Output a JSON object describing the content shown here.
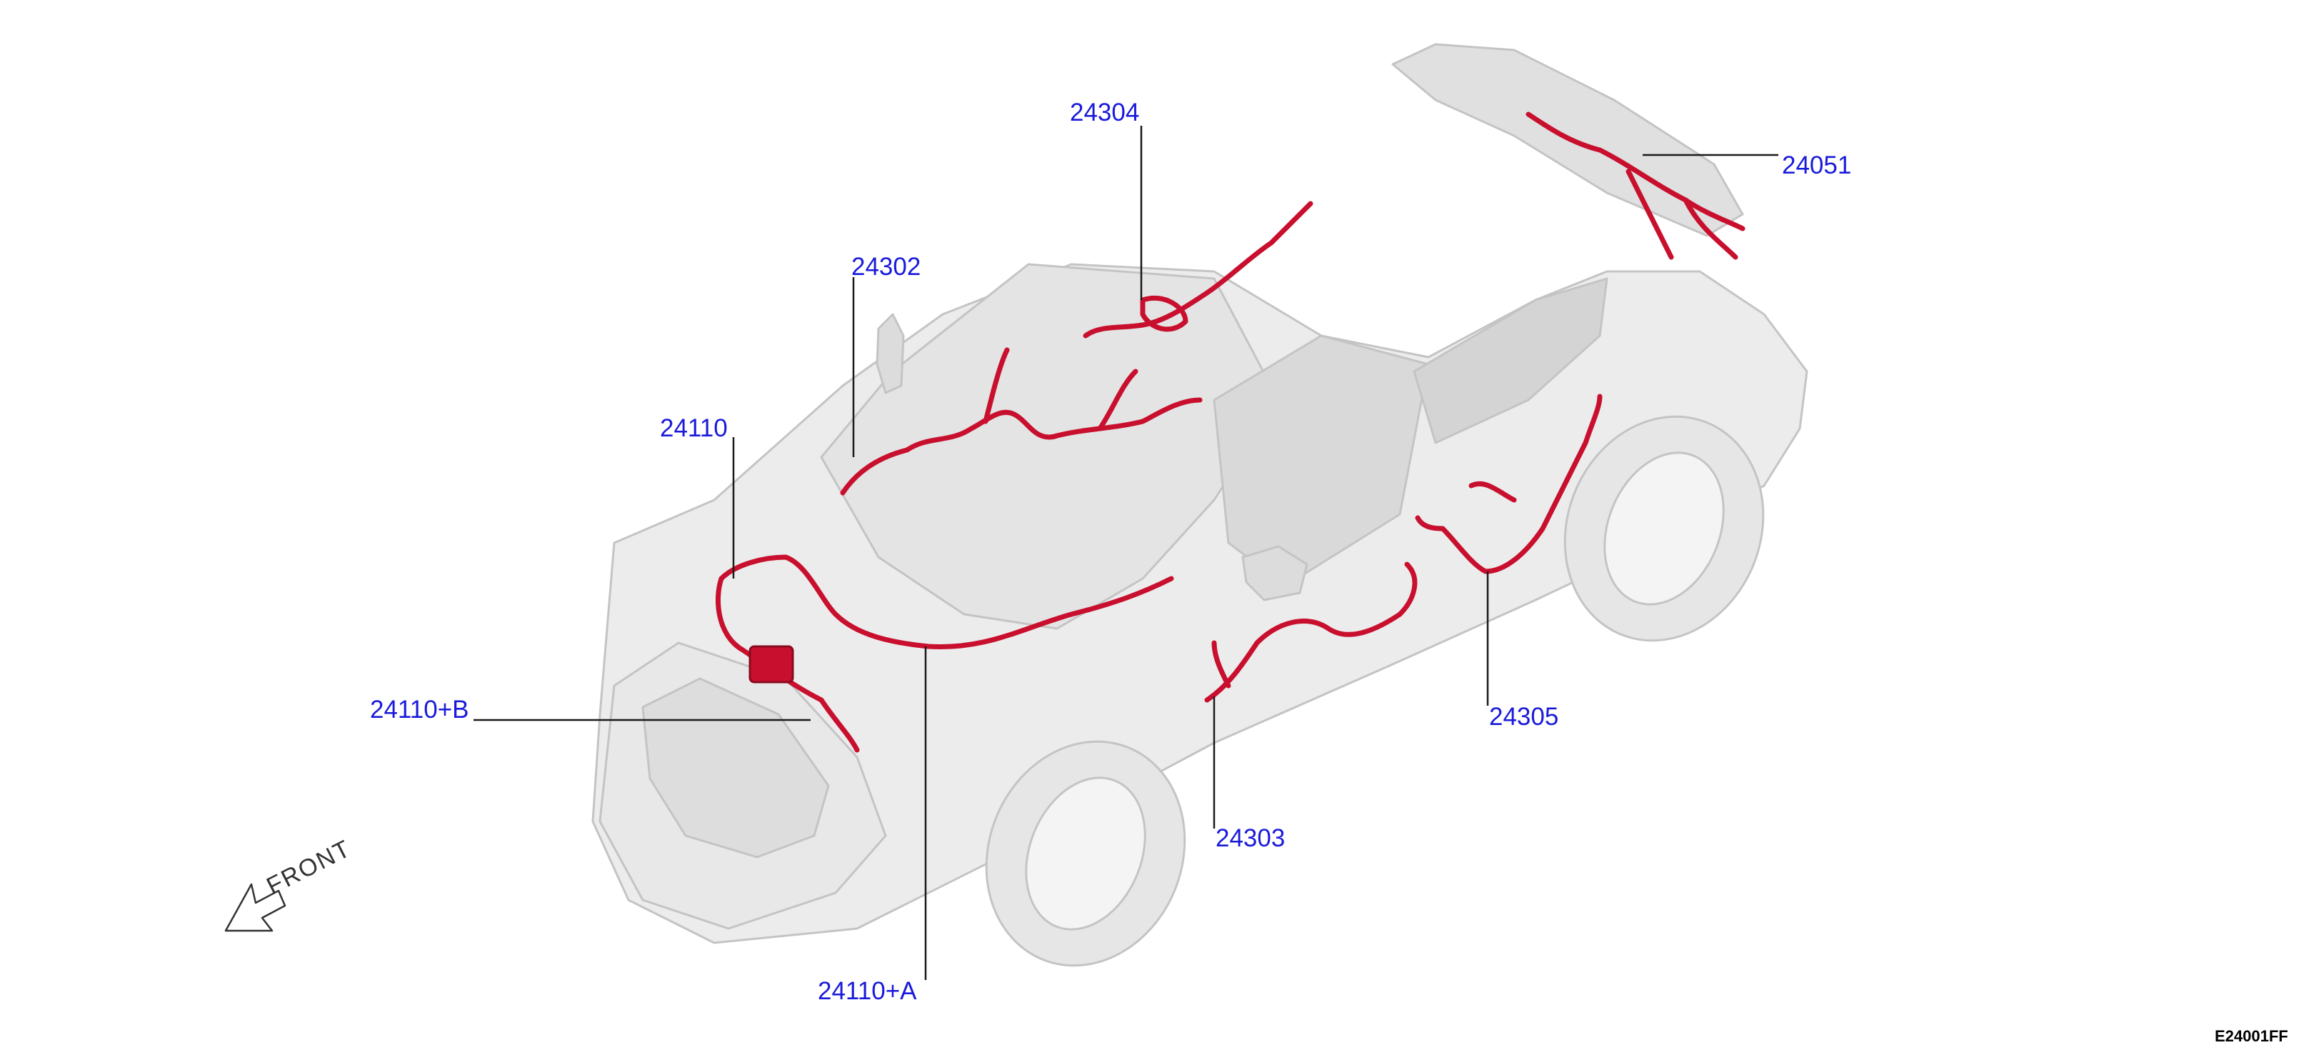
{
  "colors": {
    "callout_text": "#1a1adb",
    "leader_line": "#1a1a1a",
    "harness": "#c8102e",
    "harness_dark": "#8a0a1e",
    "body_fill": "#ececec",
    "body_stroke": "#c4c4c4",
    "glass_fill": "#d9d9d9",
    "tire_fill": "#e6e6e6",
    "arrow_stroke": "#333333"
  },
  "callouts": [
    {
      "id": "24304",
      "label": "24304"
    },
    {
      "id": "24051",
      "label": "24051"
    },
    {
      "id": "24302",
      "label": "24302"
    },
    {
      "id": "24110",
      "label": "24110"
    },
    {
      "id": "24110B",
      "label": "24110+B"
    },
    {
      "id": "24305",
      "label": "24305"
    },
    {
      "id": "24303",
      "label": "24303"
    },
    {
      "id": "24110A",
      "label": "24110+A"
    }
  ],
  "front_indicator": {
    "label": "FRONT",
    "icon": "front-arrow-icon"
  },
  "figure_code": "E24001FF"
}
